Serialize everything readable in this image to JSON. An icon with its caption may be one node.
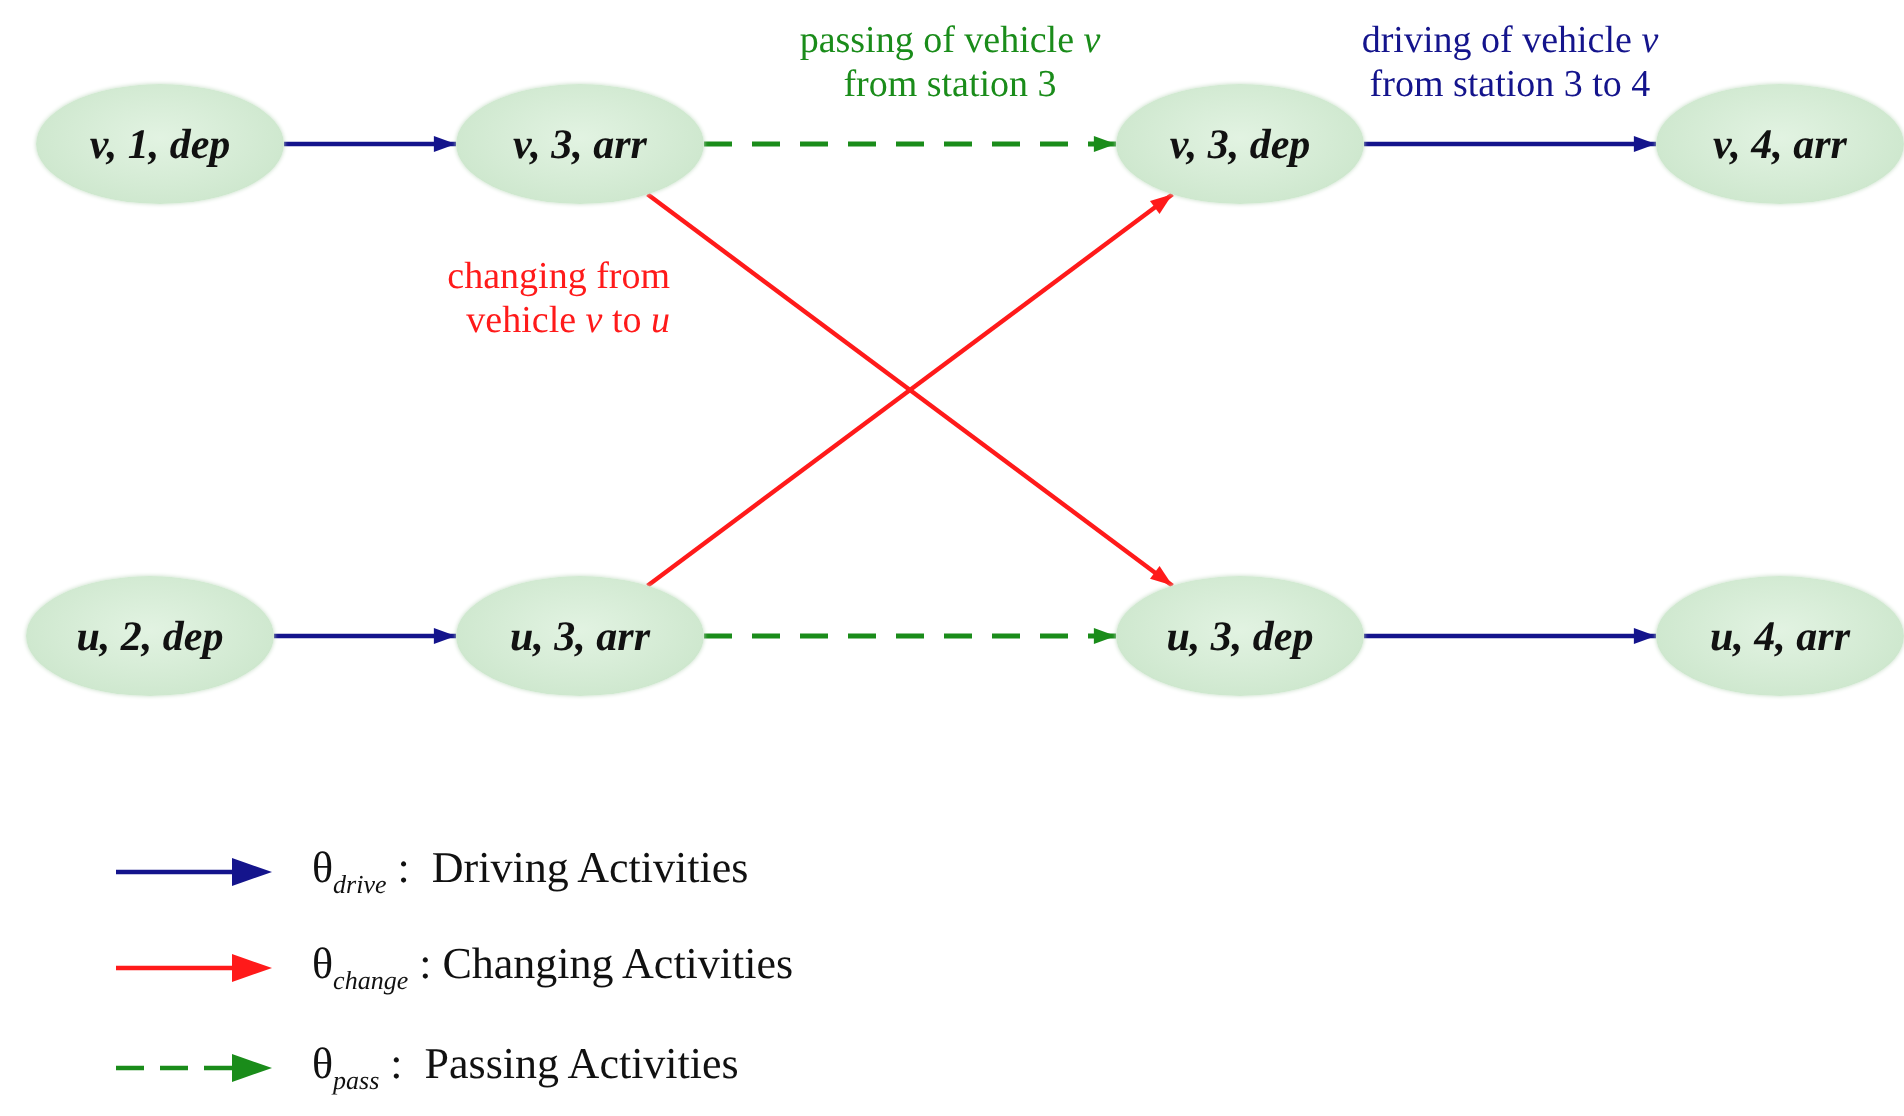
{
  "diagram": {
    "nodes": [
      {
        "text": [
          "v, 1, dep"
        ]
      },
      {
        "text": [
          "v, 3, arr"
        ]
      },
      {
        "text": [
          "v, 3, dep"
        ]
      },
      {
        "text": [
          "v, 4, arr"
        ]
      },
      {
        "text": [
          "u, 2, dep"
        ]
      },
      {
        "text": [
          "u, 3, arr"
        ]
      },
      {
        "text": [
          "u, 3, dep"
        ]
      },
      {
        "text": [
          "u, 4, arr"
        ]
      }
    ],
    "edges": [
      {
        "from": 0,
        "to": 1,
        "arrow": "to"
      },
      {
        "from": 1,
        "to": 2,
        "arrow": "to",
        "label": "passing of vehicle *v* from station 3",
        "style": "dashed",
        "color": "#1a8c1a"
      },
      {
        "from": 2,
        "to": 3,
        "arrow": "to",
        "label": "driving of vehicle *v* from station 3 to 4"
      },
      {
        "from": 1,
        "to": 6,
        "arrow": "to",
        "label": "changing from vehicle *v* to *u*",
        "color": "#ff1a1a"
      },
      {
        "from": 5,
        "to": 2,
        "arrow": "to",
        "color": "#ff1a1a"
      },
      {
        "from": 4,
        "to": 5,
        "arrow": "to"
      },
      {
        "from": 5,
        "to": 6,
        "arrow": "to",
        "style": "dashed",
        "color": "#1a8c1a"
      },
      {
        "from": 6,
        "to": 7,
        "arrow": "to"
      }
    ],
    "legend": [
      {
        "text": "θ$_{drive}$ :  Driving Activities"
      },
      {
        "text": "θ$_{change}$ : Changing Activities"
      },
      {
        "text": "θ$_{pass}$ :  Passing Activities"
      }
    ]
  }
}
